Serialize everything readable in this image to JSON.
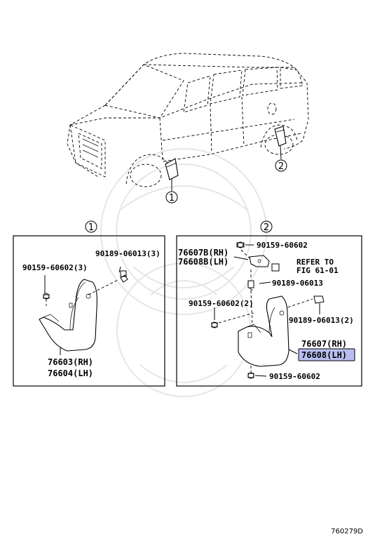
{
  "callouts": {
    "one": "1",
    "two": "2"
  },
  "panel_left": {
    "label": "1",
    "parts": {
      "clip_top": "90189-06013(3)",
      "screw_left": "90159-60602(3)",
      "flap_rh": "76603(RH)",
      "flap_lh": "76604(LH)"
    }
  },
  "panel_right": {
    "label": "2",
    "parts": {
      "bracket_rh": "76607B(RH)",
      "bracket_lh": "76608B(LH)",
      "screw_top": "90159-60602",
      "refer_line1": "REFER TO",
      "refer_line2": "FIG 61-01",
      "clip_mid": "90189-06013",
      "screw_left": "90159-60602(2)",
      "clip_right": "90189-06013(2)",
      "flap_rh": "76607(RH)",
      "flap_lh": "76608(LH)",
      "screw_bottom": "90159-60602"
    },
    "highlight_color": "#b8bff0"
  },
  "diagram_code": "760279D"
}
